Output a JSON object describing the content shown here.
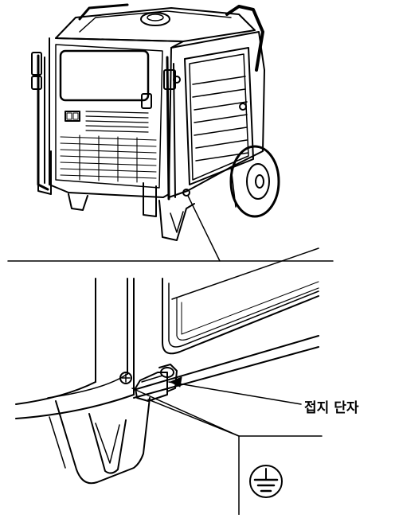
{
  "figure": {
    "callout_label": "접지 단자",
    "colors": {
      "line": "#000000",
      "background": "#ffffff"
    },
    "icons": [
      "generator-illustration",
      "ground-terminal-detail",
      "ground-symbol-icon"
    ]
  }
}
